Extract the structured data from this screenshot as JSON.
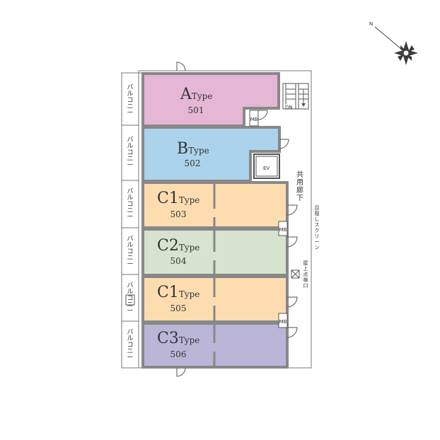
{
  "compass": {
    "north_label": "N",
    "icon": "compass-rose-icon"
  },
  "units": [
    {
      "letter": "A",
      "type": "Type",
      "number": "501",
      "color": "#e5b7d4"
    },
    {
      "letter": "B",
      "type": "Type",
      "number": "502",
      "color": "#abd3ec"
    },
    {
      "letter": "C1",
      "type": "Type",
      "number": "503",
      "color": "#fddcb0"
    },
    {
      "letter": "C2",
      "type": "Type",
      "number": "504",
      "color": "#d6e3ce"
    },
    {
      "letter": "C1",
      "type": "Type",
      "number": "505",
      "color": "#fddcb0"
    },
    {
      "letter": "C3",
      "type": "Type",
      "number": "506",
      "color": "#bbb6d7"
    }
  ],
  "balcony_label": "バルコニー",
  "corridor_label": "共用廊下",
  "screen_label": "目隠しスクリーン",
  "roof_hatch_label": "屋上点検口",
  "ev_label": "EV",
  "mb_label": "MB",
  "dn_label": "DN"
}
